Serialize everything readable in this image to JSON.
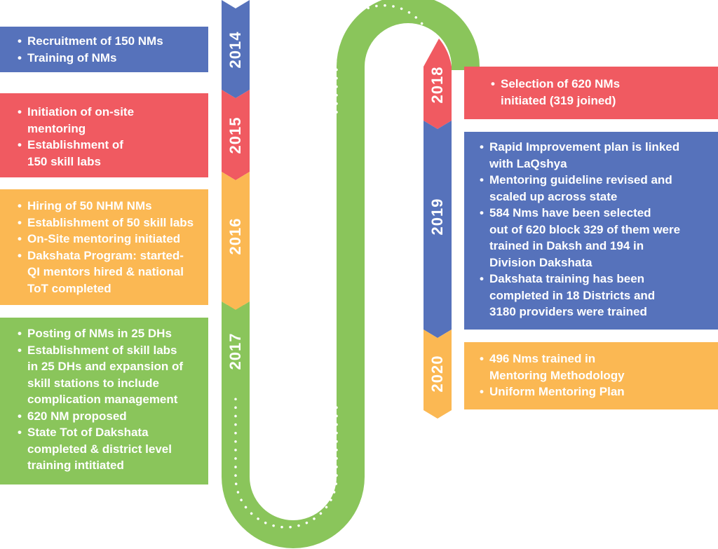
{
  "colors": {
    "blue": "#5672bb",
    "red": "#f05a61",
    "orange": "#fbb853",
    "green": "#8ac55b"
  },
  "milestones": [
    {
      "year": "2014",
      "color": "#5672bb",
      "items": [
        "Recruitment of 150 NMs",
        "Training of NMs"
      ]
    },
    {
      "year": "2015",
      "color": "#f05a61",
      "items": [
        "Initiation of on-site\nmentoring",
        "Establishment of\n150 skill labs"
      ]
    },
    {
      "year": "2016",
      "color": "#fbb853",
      "items": [
        "Hiring of 50 NHM NMs",
        "Establishment of 50 skill labs",
        "On-Site mentoring initiated",
        "Dakshata Program: started-\nQI mentors hired & national\nToT completed"
      ]
    },
    {
      "year": "2017",
      "color": "#8ac55b",
      "items": [
        "Posting of NMs in 25 DHs",
        "Establishment of skill labs\nin 25 DHs and expansion of\nskill stations to include\ncomplication management",
        "620 NM proposed",
        "State Tot of Dakshata\ncompleted & district level\ntraining intitiated"
      ]
    },
    {
      "year": "2018",
      "color": "#f05a61",
      "items": [
        "Selection of 620 NMs\n   initiated (319 joined)"
      ]
    },
    {
      "year": "2019",
      "color": "#5672bb",
      "items": [
        "Rapid Improvement plan is linked\n with LaQshya",
        "Mentoring guideline revised and\nscaled up across state",
        "584 Nms have been selected\nout of 620 block 329 of them were\n trained in Daksh and 194 in\n Division Dakshata",
        "Dakshata training has been\ncompleted in 18 Districts and\n3180 providers were trained"
      ]
    },
    {
      "year": "2020",
      "color": "#fbb853",
      "items": [
        "496 Nms trained in\nMentoring Methodology",
        "Uniform Mentoring Plan"
      ]
    }
  ]
}
